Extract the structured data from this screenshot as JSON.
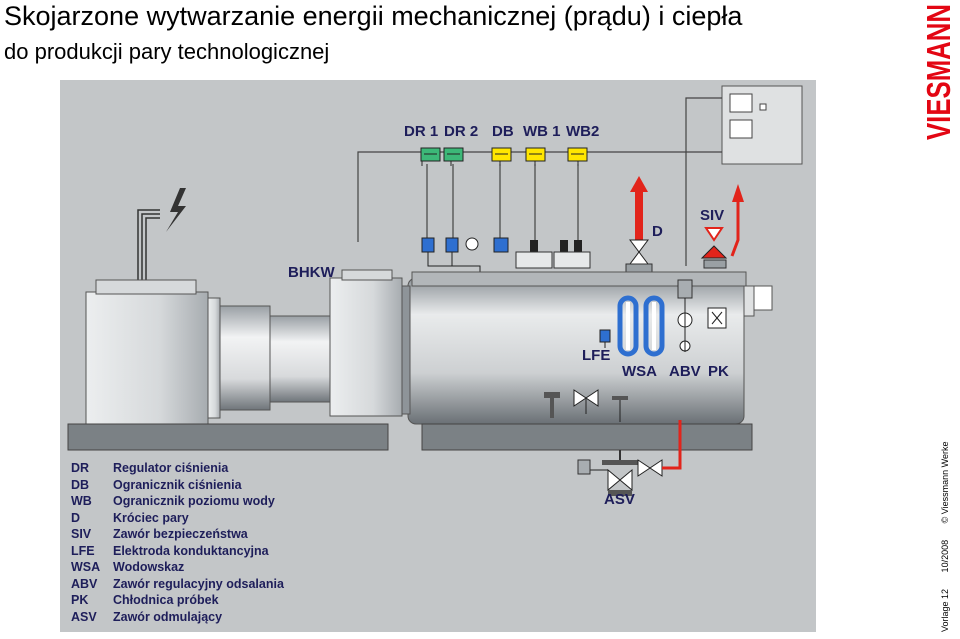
{
  "header": {
    "title": "Skojarzone wytwarzanie energii mechanicznej (prądu) i ciepła",
    "subtitle": "do produkcji pary technologicznej"
  },
  "brand": {
    "logo_text": "VIESMANN",
    "color": "#e30613"
  },
  "footer": {
    "slide": "Vorlage 12",
    "date": "10/2008",
    "copyright": "© Viessmann Werke"
  },
  "diagram": {
    "labels": {
      "bhkw": "BHKW",
      "dr1": "DR 1",
      "dr2": "DR 2",
      "db": "DB",
      "wb1": "WB 1",
      "wb2": "WB2",
      "d": "D",
      "siv": "SIV",
      "lfe": "LFE",
      "wsa": "WSA",
      "abv": "ABV",
      "pk": "PK",
      "asv": "ASV"
    },
    "colors": {
      "sensor_green": "#3cb878",
      "sensor_yellow": "#ffe600",
      "steam_red": "#e2241b",
      "water_blue": "#2e6fd0",
      "background": "#bfc3c6"
    }
  },
  "legend": [
    {
      "code": "DR",
      "text": "Regulator ciśnienia"
    },
    {
      "code": "DB",
      "text": "Ogranicznik ciśnienia"
    },
    {
      "code": "WB",
      "text": "Ogranicznik poziomu wody"
    },
    {
      "code": "D",
      "text": "Króciec pary"
    },
    {
      "code": "SIV",
      "text": "Zawór bezpieczeństwa"
    },
    {
      "code": "LFE",
      "text": "Elektroda konduktancyjna"
    },
    {
      "code": "WSA",
      "text": "Wodowskaz"
    },
    {
      "code": "ABV",
      "text": "Zawór regulacyjny odsalania"
    },
    {
      "code": "PK",
      "text": "Chłodnica próbek"
    },
    {
      "code": "ASV",
      "text": "Zawór odmulający"
    }
  ]
}
